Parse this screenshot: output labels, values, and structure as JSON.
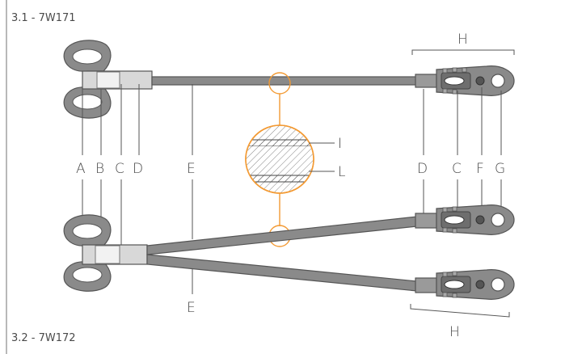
{
  "captions": {
    "top": "3.1 - 7W171",
    "bottom": "3.2 - 7W172"
  },
  "labels": {
    "A": "A",
    "B": "B",
    "C": "C",
    "D": "D",
    "E": "E",
    "F": "F",
    "G": "G",
    "H": "H",
    "I": "I",
    "L": "L"
  },
  "colors": {
    "cable": "#8a8a8a",
    "cable_dark": "#666666",
    "outline": "#555555",
    "sleeve": "#d8d8d8",
    "ferrule": "#eeeeee",
    "accent": "#f39a33",
    "hatch": "#555555",
    "frame": "#888888"
  }
}
